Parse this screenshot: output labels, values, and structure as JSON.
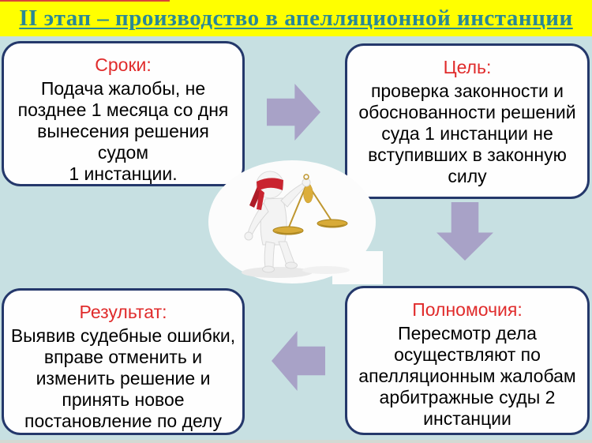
{
  "slide": {
    "title": "II этап – производство в апелляционной инстанции",
    "colors": {
      "background": "#c7e0e2",
      "title_bar": "#ffff00",
      "title_text": "#2a8896",
      "box_border": "#24386b",
      "box_fill": "#fefefe",
      "heading_red": "#e02b2b",
      "body_text": "#000000",
      "arrow": "#a8a2c7",
      "scales_gold": "#bf9730",
      "blindfold_red": "#c92430"
    }
  },
  "boxes": [
    {
      "id": "sroki",
      "heading": "Сроки:",
      "body": "Подача  жалобы, не\nпозднее 1 месяца со дня\nвынесения решения судом\n1 инстанции."
    },
    {
      "id": "tsel",
      "heading": "Цель:",
      "body": "проверка законности и\nобоснованности решений\nсуда 1 инстанции не\nвступивших в законную\nсилу"
    },
    {
      "id": "rezultat",
      "heading": "Результат:",
      "body": "Выявив судебные ошибки,\nвправе отменить и\nизменить решение и\nпринять новое\nпостановление по делу"
    },
    {
      "id": "polnomochiya",
      "heading": "Полномочия:",
      "body": "Пересмотр дела\nосуществляют по\nапелляционным жалобам\nарбитражные суды 2\nинстанции"
    }
  ],
  "arrows": [
    {
      "direction": "right"
    },
    {
      "direction": "down"
    },
    {
      "direction": "left"
    }
  ],
  "center_image": {
    "description": "blindfolded figure holding golden scales of justice"
  }
}
